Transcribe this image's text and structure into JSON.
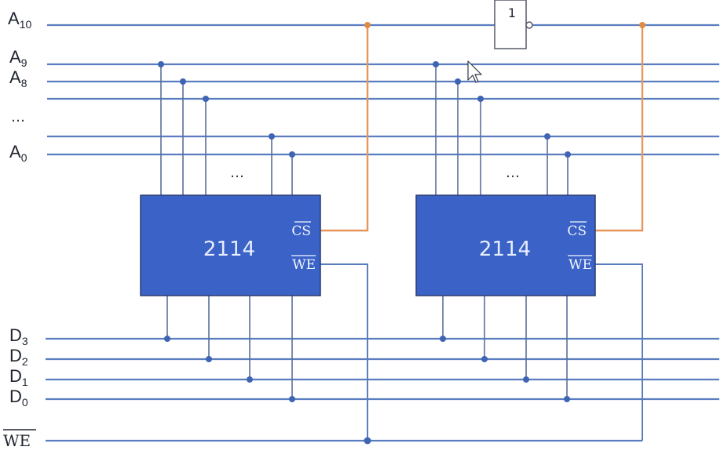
{
  "signals": {
    "a10": {
      "base": "A",
      "sub": "10"
    },
    "a9": {
      "base": "A",
      "sub": "9"
    },
    "a8": {
      "base": "A",
      "sub": "8"
    },
    "a_dots": "…",
    "a0": {
      "base": "A",
      "sub": "0"
    },
    "d3": {
      "base": "D",
      "sub": "3"
    },
    "d2": {
      "base": "D",
      "sub": "2"
    },
    "d1": {
      "base": "D",
      "sub": "1"
    },
    "d0": {
      "base": "D",
      "sub": "0"
    },
    "we": "WE"
  },
  "chips": [
    {
      "label": "2114",
      "cs": "CS",
      "we": "WE",
      "dots": "…"
    },
    {
      "label": "2114",
      "cs": "CS",
      "we": "WE",
      "dots": "…"
    }
  ],
  "inverter": {
    "label": "1"
  },
  "colors": {
    "bus": "#5a7dbf",
    "chip": "#3a62c7",
    "chip_select_wire": "#e5965a"
  },
  "icons": {
    "cursor": "mouse-pointer-icon"
  }
}
